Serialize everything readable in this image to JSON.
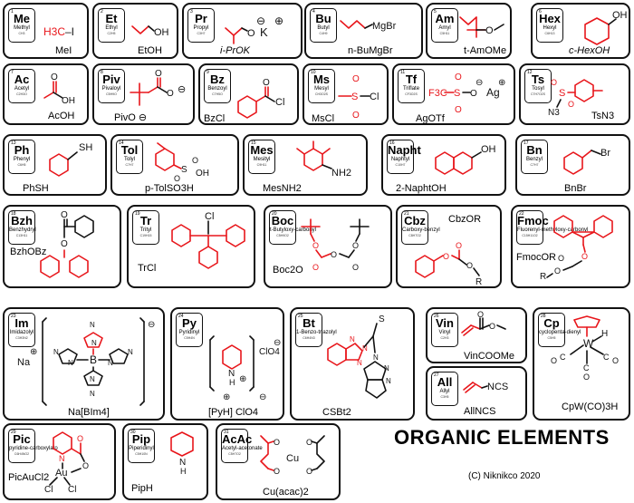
{
  "title": "ORGANIC ELEMENTS",
  "credit": "(C) Niknikco 2020",
  "colors": {
    "accent": "#e8161b",
    "ink": "#111111"
  },
  "elements": [
    {
      "num": "1",
      "sym": "Me",
      "name": "Methyl",
      "formula": "CH3",
      "label": "MeI",
      "text": [
        "H3C",
        "–I"
      ]
    },
    {
      "num": "2",
      "sym": "Et",
      "name": "Ethyl",
      "formula": "C2H5",
      "label": "EtOH",
      "text": [
        "OH"
      ]
    },
    {
      "num": "3",
      "sym": "Pr",
      "name": "Propyl",
      "formula": "C3H7",
      "label": "i-PrOK",
      "text": [
        "O",
        "K",
        "⊖",
        "⊕"
      ]
    },
    {
      "num": "4",
      "sym": "Bu",
      "name": "Butyl",
      "formula": "C4H9",
      "label": "n-BuMgBr",
      "text": [
        "MgBr"
      ]
    },
    {
      "num": "5",
      "sym": "Am",
      "name": "Amyl",
      "formula": "C5H11",
      "label": "t-AmOMe",
      "text": [
        "O"
      ]
    },
    {
      "num": "6",
      "sym": "Hex",
      "name": "Hexyl",
      "formula": "C6H13",
      "label": "c-HexOH",
      "text": [
        "OH"
      ]
    },
    {
      "num": "7",
      "sym": "Ac",
      "name": "Acetyl",
      "formula": "C2H3O",
      "label": "AcOH",
      "text": [
        "O",
        "OH"
      ]
    },
    {
      "num": "8",
      "sym": "Piv",
      "name": "Pivaloyl",
      "formula": "C5H9O",
      "label": "PivO",
      "text": [
        "O",
        "O",
        "⊖",
        "⊖"
      ]
    },
    {
      "num": "9",
      "sym": "Bz",
      "name": "Benzoyl",
      "formula": "C7H5O",
      "label": "BzCl",
      "text": [
        "O",
        "Cl"
      ]
    },
    {
      "num": "10",
      "sym": "Ms",
      "name": "Mesyl",
      "formula": "CH3O2S",
      "label": "MsCl",
      "text": [
        "S",
        "O",
        "O",
        "Cl"
      ]
    },
    {
      "num": "11",
      "sym": "Tf",
      "name": "Triflate",
      "formula": "CF3O2S",
      "label": "AgOTf",
      "text": [
        "F3C",
        "S",
        "O",
        "O",
        "O",
        "Ag",
        "⊖",
        "⊕"
      ]
    },
    {
      "num": "12",
      "sym": "Ts",
      "name": "Tosyl",
      "formula": "C7H7O2S",
      "label": "TsN3",
      "text": [
        "S",
        "O",
        "O",
        "N3"
      ]
    },
    {
      "num": "13",
      "sym": "Ph",
      "name": "Phenyl",
      "formula": "C6H5",
      "label": "PhSH",
      "text": [
        "SH"
      ]
    },
    {
      "num": "14",
      "sym": "Tol",
      "name": "Tolyl",
      "formula": "C7H7",
      "label": "p-TolSO3H",
      "text": [
        "S",
        "O",
        "O",
        "OH"
      ]
    },
    {
      "num": "15",
      "sym": "Mes",
      "name": "Mesityl",
      "formula": "C9H11",
      "label": "MesNH2",
      "text": [
        "NH2"
      ]
    },
    {
      "num": "16",
      "sym": "Napht",
      "name": "Naphtyl",
      "formula": "C10H7",
      "label": "2-NaphtOH",
      "text": [
        "OH"
      ]
    },
    {
      "num": "17",
      "sym": "Bn",
      "name": "Benzyl",
      "formula": "C7H7",
      "label": "BnBr",
      "text": [
        "Br"
      ]
    },
    {
      "num": "18",
      "sym": "Bzh",
      "name": "Benzhydryl",
      "formula": "C13H11",
      "label": "BzhOBz",
      "text": [
        "O",
        "O"
      ]
    },
    {
      "num": "19",
      "sym": "Tr",
      "name": "Trityl",
      "formula": "C19H15",
      "label": "TrCl",
      "text": [
        "Cl"
      ]
    },
    {
      "num": "20",
      "sym": "Boc",
      "name": "t-Butyloxy-carbonyl",
      "formula": "C5H9O2",
      "label": "Boc2O",
      "text": [
        "O",
        "O",
        "O",
        "O",
        "O"
      ]
    },
    {
      "num": "21",
      "sym": "Cbz",
      "name": "Carboxy-benzyl",
      "formula": "C8H7O2",
      "label": "CbzOR",
      "text": [
        "O",
        "O",
        "O",
        "R"
      ]
    },
    {
      "num": "22",
      "sym": "Fmoc",
      "name": "Fluorenyl-methyloxy-carbonyl",
      "formula": "C15H11O2",
      "label": "FmocOR",
      "text": [
        "O",
        "O",
        "O",
        "R"
      ]
    },
    {
      "num": "23",
      "sym": "Im",
      "name": "Imidazolyl",
      "formula": "C3H3N2",
      "label": "Na[BIm4]",
      "text": [
        "Na",
        "⊕",
        "⊖",
        "B",
        "N",
        "N",
        "N",
        "N",
        "N",
        "N",
        "N",
        "N"
      ]
    },
    {
      "num": "24",
      "sym": "Py",
      "name": "Pyridinyl",
      "formula": "C5H4N",
      "label": "[PyH]",
      "label2": "ClO4",
      "text": [
        "N",
        "H",
        "⊕",
        "ClO4",
        "⊖",
        "⊕",
        "⊖"
      ]
    },
    {
      "num": "25",
      "sym": "Bt",
      "name": "1-Benzo-triazolyl",
      "formula": "C6H4N3",
      "label": "CSBt2",
      "text": [
        "S",
        "N",
        "N",
        "N",
        "N",
        "N",
        "N"
      ]
    },
    {
      "num": "26",
      "sym": "Vin",
      "name": "Vinyl",
      "formula": "C2H3",
      "label": "VinCOOMe",
      "text": [
        "O",
        "O"
      ]
    },
    {
      "num": "27",
      "sym": "All",
      "name": "Allyl",
      "formula": "C3H5",
      "label": "AllNCS",
      "text": [
        "NCS"
      ]
    },
    {
      "num": "28",
      "sym": "Cp",
      "name": "cyclopenta-dienyl",
      "formula": "C5H5",
      "label": "CpW(CO)3H",
      "text": [
        "W",
        "H",
        "C",
        "C",
        "C",
        "O",
        "O",
        "O"
      ]
    },
    {
      "num": "29",
      "sym": "Pic",
      "name": "pyridine-carboxylato",
      "formula": "C6H4NO2",
      "label": "PicAuCl2",
      "text": [
        "N",
        "O",
        "O",
        "Au",
        "Cl",
        "Cl"
      ]
    },
    {
      "num": "30",
      "sym": "Pip",
      "name": "Piperidinyl",
      "formula": "C5H10N",
      "label": "PipH",
      "text": [
        "N",
        "H"
      ]
    },
    {
      "num": "31",
      "sym": "AcAc",
      "name": "Acetyl-acetonate",
      "formula": "C5H7O2",
      "label": "Cu(acac)2",
      "text": [
        "O",
        "O",
        "O",
        "O",
        "Cu"
      ]
    }
  ]
}
